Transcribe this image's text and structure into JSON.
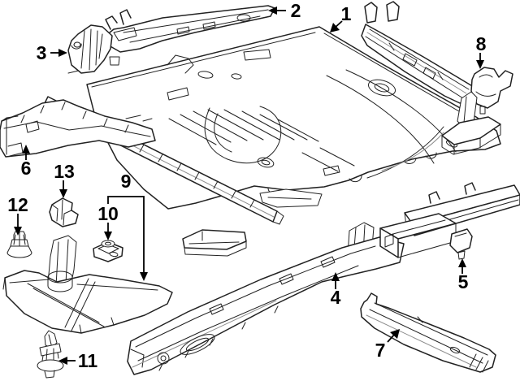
{
  "diagram": {
    "background_color": "#ffffff",
    "line_color": "#222222",
    "shade_color": "#8d8d8d",
    "label_color": "#000000",
    "callouts": [
      {
        "id": 1,
        "label": "1"
      },
      {
        "id": 2,
        "label": "2"
      },
      {
        "id": 3,
        "label": "3"
      },
      {
        "id": 4,
        "label": "4"
      },
      {
        "id": 5,
        "label": "5"
      },
      {
        "id": 6,
        "label": "6"
      },
      {
        "id": 7,
        "label": "7"
      },
      {
        "id": 8,
        "label": "8"
      },
      {
        "id": 9,
        "label": "9"
      },
      {
        "id": 10,
        "label": "10"
      },
      {
        "id": 11,
        "label": "11"
      },
      {
        "id": 12,
        "label": "12"
      },
      {
        "id": 13,
        "label": "13"
      }
    ]
  }
}
